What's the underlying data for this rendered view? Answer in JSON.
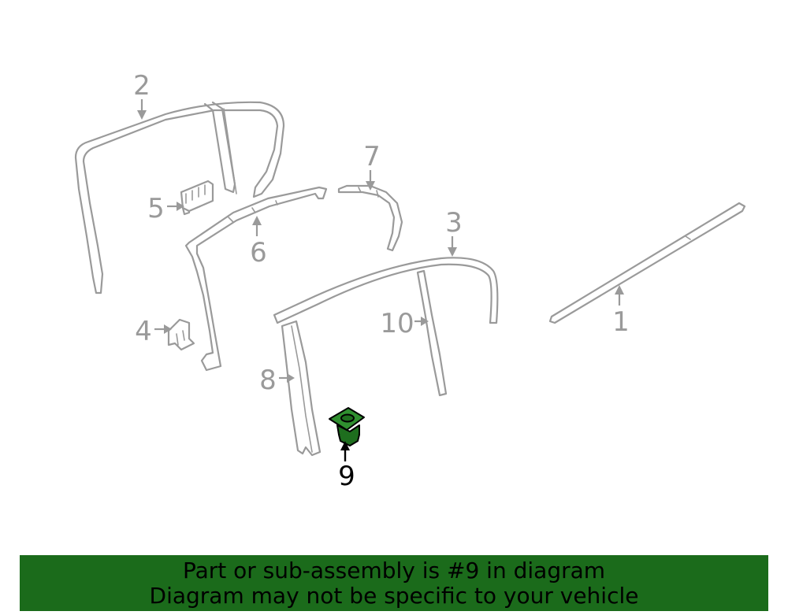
{
  "callouts": {
    "c1": "1",
    "c2": "2",
    "c3": "3",
    "c4": "4",
    "c5": "5",
    "c6": "6",
    "c7": "7",
    "c8": "8",
    "c9": "9",
    "c10": "10"
  },
  "highlighted_part": "9",
  "colors": {
    "line_art": "#9a9a9a",
    "highlight_fill": "#1e6e1e",
    "banner_bg": "#1b6b1b"
  },
  "banner": {
    "line1": "Part or sub-assembly is #9 in diagram",
    "line2": "Diagram may not be specific to your vehicle"
  }
}
